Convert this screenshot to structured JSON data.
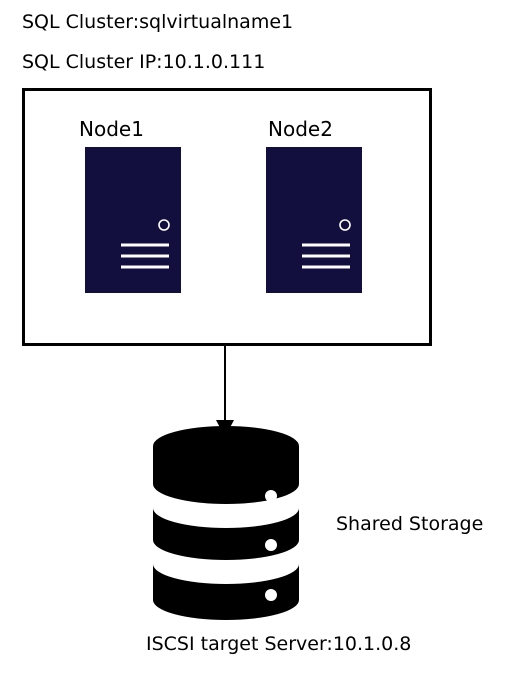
{
  "diagram": {
    "cluster_name": "SQL Cluster:sqlvirtualname1",
    "cluster_ip": "SQL Cluster IP:10.1.0.111",
    "nodes": [
      {
        "label": "Node1"
      },
      {
        "label": "Node2"
      }
    ],
    "storage_label": "Shared Storage",
    "target_server": "ISCSI target Server:10.1.0.8"
  },
  "colors": {
    "server_fill": "#120e3e",
    "line": "#000000",
    "storage_fill": "#000000"
  },
  "icons": {
    "server": "server-tower-icon",
    "storage": "database-stack-icon"
  }
}
